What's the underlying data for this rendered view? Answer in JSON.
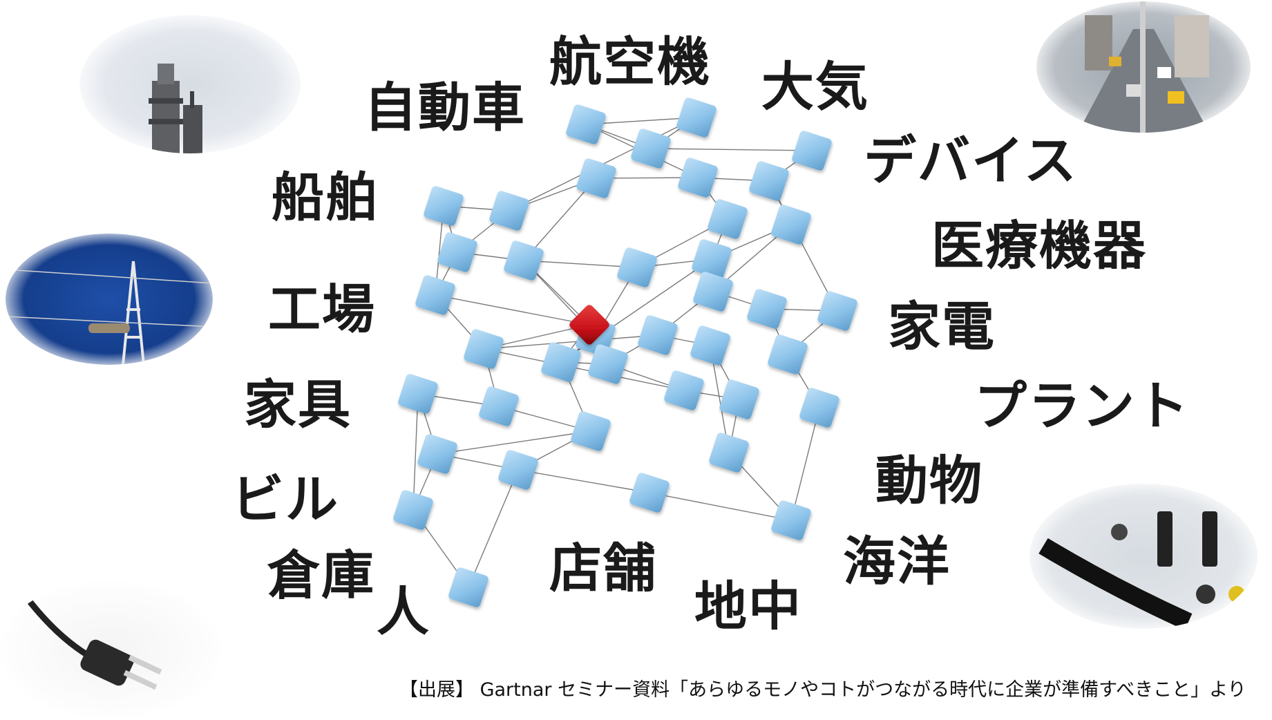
{
  "categories": {
    "airplane": "航空機",
    "car": "自動車",
    "atmosphere": "大気",
    "device": "デバイス",
    "ship": "船舶",
    "medical": "医療機器",
    "factory": "工場",
    "appliance": "家電",
    "furniture": "家具",
    "plant": "プラント",
    "building": "ビル",
    "animal": "動物",
    "warehouse": "倉庫",
    "store": "店舗",
    "ocean": "海洋",
    "person": "人",
    "underground": "地中"
  },
  "caption": "【出展】 Gartnar セミナー資料「あらゆるモノやコトがつながる時代に企業が準備すべきこと」より",
  "photos": {
    "top_left": "industrial-plant-tower",
    "mid_left": "power-transmission-tower",
    "bottom_left": "power-plug",
    "top_right": "city-traffic-street",
    "bottom_right": "device-control-panel"
  },
  "colors": {
    "node": "#8cc3ea",
    "node_dark": "#5e9dcc",
    "highlight_node": "#c8111a",
    "edge": "#7a7a7a",
    "text": "#1a1a1a"
  }
}
